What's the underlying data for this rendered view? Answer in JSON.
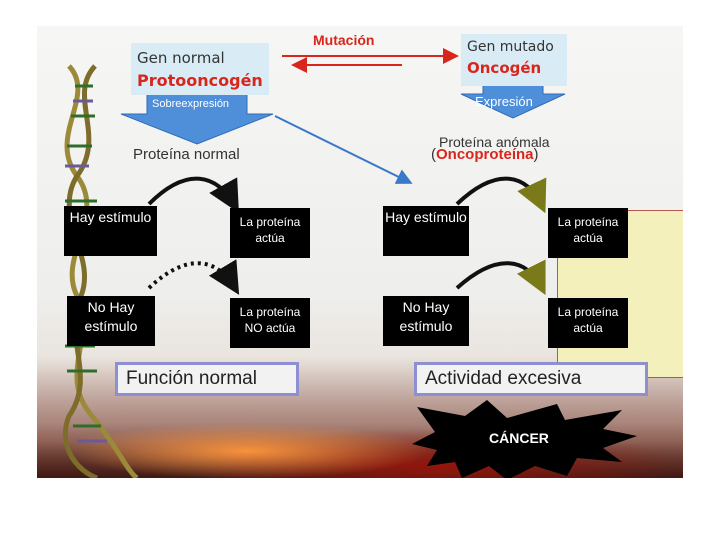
{
  "top": {
    "gen_normal": "Gen normal",
    "protooncogen": "Protooncogén",
    "mutacion": "Mutación",
    "gen_mutado": "Gen mutado",
    "oncogen": "Oncogén",
    "sobreexpresion": "Sobreexpresión",
    "expresion": "Expresión",
    "proteina_normal": "Proteína normal",
    "proteina_anomala": "Proteína anómala",
    "oncoproteina": "Oncoproteína"
  },
  "grid": {
    "r1c1": "Hay estímulo",
    "r1c2": "La proteína actúa",
    "r1c3": "Hay estímulo",
    "r1c4": "La proteína actúa",
    "r2c1": "No Hay estímulo",
    "r2c2": "La proteína NO actúa",
    "r2c3": "No Hay estímulo",
    "r2c4": "La proteína actúa"
  },
  "bottom": {
    "funcion_normal": "Función normal",
    "actividad_excesiva": "Actividad excesiva",
    "cancer": "CÁNCER"
  },
  "colors": {
    "accent_red": "#d9261c",
    "arrow_blue": "#3a78c8",
    "box_border": "#8e8fd0",
    "highlight": "#f3f0bb"
  }
}
